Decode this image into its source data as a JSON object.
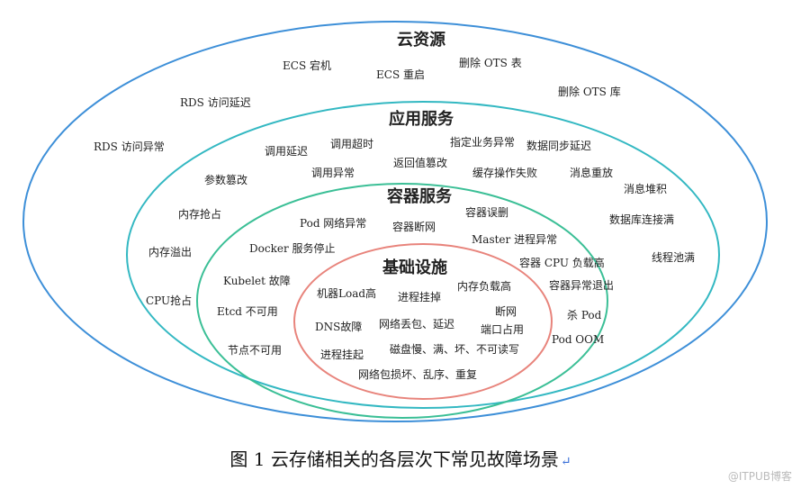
{
  "layers": [
    {
      "id": "cloud",
      "title": "云资源",
      "color": "#3d8fd8",
      "items": [
        "ECS 宕机",
        "ECS 重启",
        "删除 OTS 表",
        "删除 OTS 库",
        "RDS 访问延迟",
        "RDS 访问异常"
      ]
    },
    {
      "id": "app",
      "title": "应用服务",
      "color": "#33b8c2",
      "items": [
        "调用延迟",
        "调用超时",
        "指定业务异常",
        "数据同步延迟",
        "参数篡改",
        "调用异常",
        "返回值篡改",
        "缓存操作失败",
        "消息重放",
        "消息堆积",
        "内存抢占",
        "数据库连接满",
        "内存溢出",
        "线程池满",
        "CPU抢占"
      ]
    },
    {
      "id": "container",
      "title": "容器服务",
      "color": "#3bbf96",
      "items": [
        "Pod 网络异常",
        "容器断网",
        "容器误删",
        "Master 进程异常",
        "Docker 服务停止",
        "容器 CPU 负载高",
        "Kubelet 故障",
        "容器异常退出",
        "Etcd 不可用",
        "杀 Pod",
        "节点不可用",
        "Pod OOM"
      ]
    },
    {
      "id": "infra",
      "title": "基础设施",
      "color": "#e8847c",
      "items": [
        "机器Load高",
        "进程挂掉",
        "内存负载高",
        "断网",
        "DNS故障",
        "网络丢包、延迟",
        "端口占用",
        "进程挂起",
        "磁盘慢、满、坏、不可读写",
        "网络包损坏、乱序、重复"
      ]
    }
  ],
  "caption": "图 1  云存储相关的各层次下常见故障场景",
  "caption_mark": "↵",
  "watermark": "@ITPUB博客"
}
